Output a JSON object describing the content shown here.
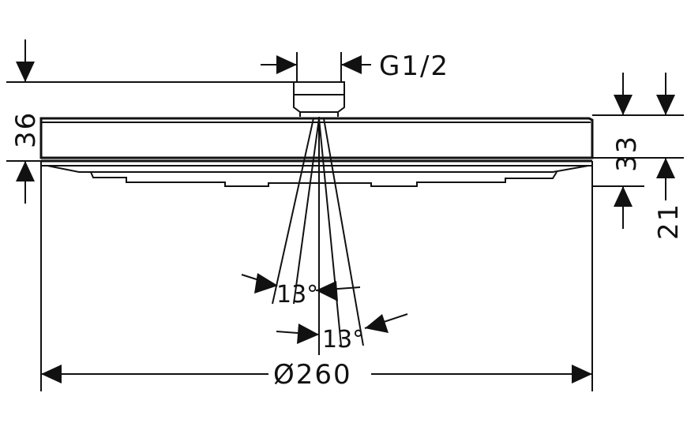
{
  "dimensions": {
    "thread": "G1/2",
    "height_total": "36",
    "height_body": "33",
    "height_face": "21",
    "angle_left": "13°",
    "angle_right": "13°",
    "diameter": "Ø260"
  },
  "colors": {
    "line": "#111111",
    "background": "#ffffff"
  }
}
